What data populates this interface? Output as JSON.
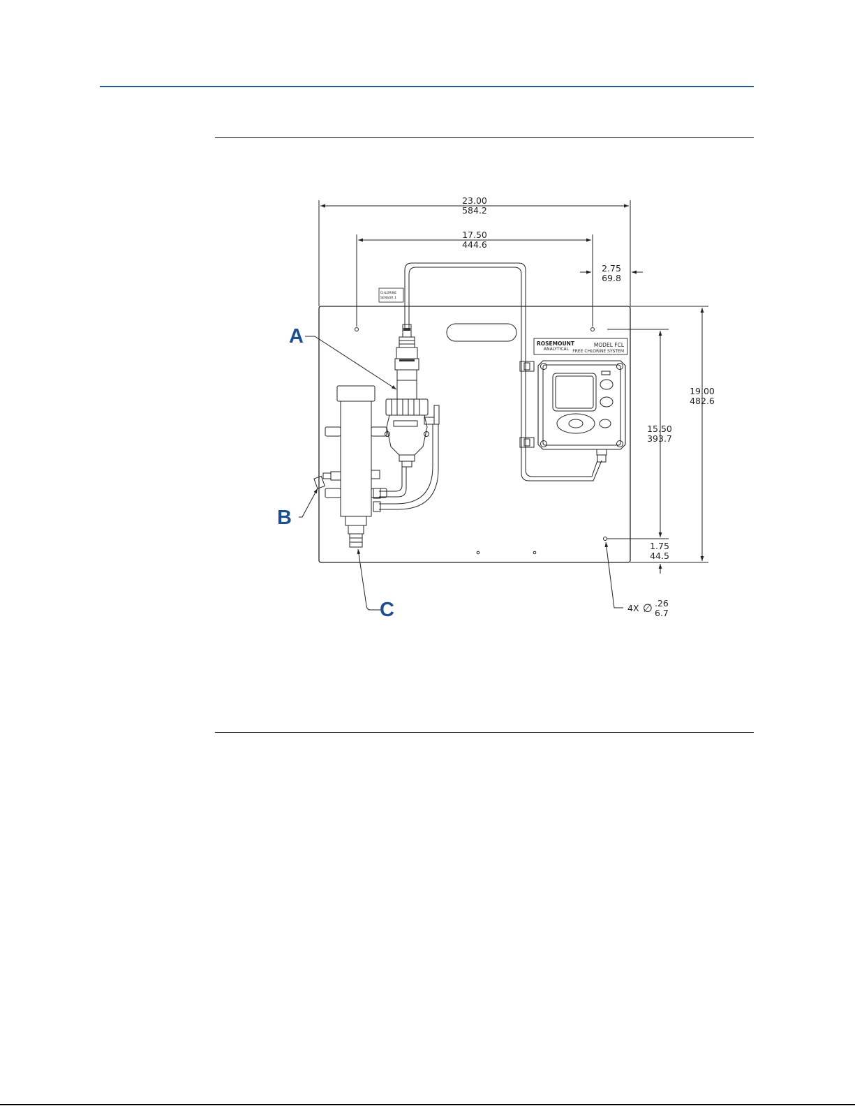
{
  "dimensions": {
    "overall_width_in": "23.00",
    "overall_width_mm": "584.2",
    "hole_spacing_in": "17.50",
    "hole_spacing_mm": "444.6",
    "edge_offset_in": "2.75",
    "edge_offset_mm": "69.8",
    "overall_height_in": "19.00",
    "overall_height_mm": "482.6",
    "vertical_spacing_in": "15.50",
    "vertical_spacing_mm": "393.7",
    "bottom_offset_in": "1.75",
    "bottom_offset_mm": "44.5",
    "hole_count": "4X",
    "hole_symbol": "∅",
    "hole_dia_in": ".26",
    "hole_dia_mm": "6.7"
  },
  "callouts": {
    "a": "A",
    "b": "B",
    "c": "C"
  },
  "labels": {
    "brand": "ROSEMOUNT",
    "brand_sub": "ANALYTICAL",
    "model": "MODEL FCL",
    "system": "FREE CHLORINE SYSTEM",
    "sensor_tag_line1": "CHLORINE",
    "sensor_tag_line2": "SENSOR 1"
  },
  "colors": {
    "accent": "#1f5a96",
    "callout": "#1c4f8c",
    "line": "#222222"
  }
}
